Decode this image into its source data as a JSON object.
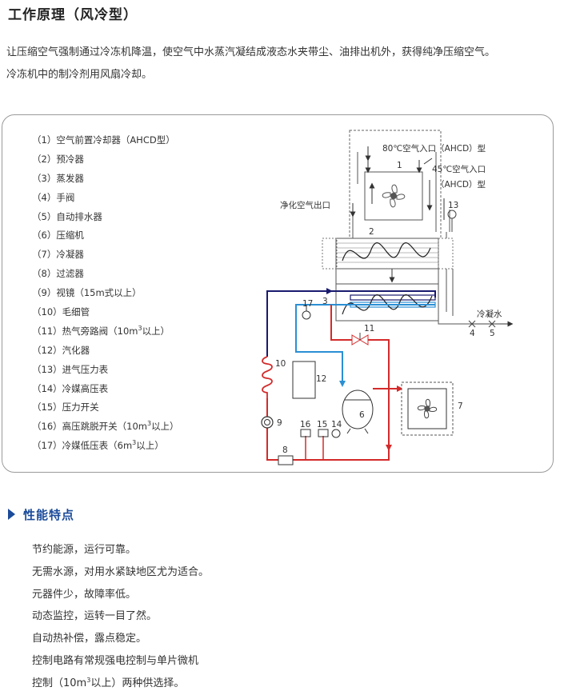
{
  "title": "工作原理（风冷型）",
  "intro": {
    "line1": "让压缩空气强制通过冷冻机降温，使空气中水蒸汽凝结成液态水夹带尘、油排出机外，获得纯净压缩空气。",
    "line2": "冷冻机中的制冷剂用风扇冷却。"
  },
  "legend": [
    "（1）空气前置冷却器（AHCD型）",
    "（2）预冷器",
    "（3）蒸发器",
    "（4）手阀",
    "（5）自动排水器",
    "（6）压缩机",
    "（7）冷凝器",
    "（8）过滤器",
    "（9）视镜（15m式以上）",
    "（10）毛细管",
    "（11）热气旁路阀（10m",
    "（12）汽化器",
    "（13）进气压力表",
    "（14）冷媒高压表",
    "（15）压力开关",
    "（16）高压跳脱开关（10m",
    "（17）冷媒低压表（6m"
  ],
  "legend_suffix": {
    "sup": "3",
    "tail": "以上）"
  },
  "diagram": {
    "inlet80_label": "80℃空气入口（AHCD）型",
    "inlet45_label1": "45℃空气入口",
    "inlet45_label2": "（AHCD）型",
    "outlet_label": "净化空气出口",
    "water_label": "冷凝水",
    "n1": "1",
    "n2": "2",
    "n3": "3",
    "n4": "4",
    "n5": "5",
    "n6": "6",
    "n7": "7",
    "n8": "8",
    "n9": "9",
    "n10": "10",
    "n11": "11",
    "n12": "12",
    "n13": "13",
    "n14": "14",
    "n15": "15",
    "n16": "16",
    "n17": "17",
    "colors": {
      "refrigerant_hot": "#d42a2a",
      "refrigerant_cold": "#2a8fd4",
      "air": "#1a1a6e"
    }
  },
  "features_title": "性能特点",
  "features": [
    "节约能源，运行可靠。",
    "无需水源，对用水紧缺地区尤为适合。",
    "元器件少，故障率低。",
    "动态监控，运转一目了然。",
    "自动热补偿，露点稳定。",
    "控制电路有常规强电控制与单片微机"
  ],
  "features_last": {
    "head": "控制（10m",
    "sup": "3",
    "tail": "以上）两种供选择。"
  }
}
